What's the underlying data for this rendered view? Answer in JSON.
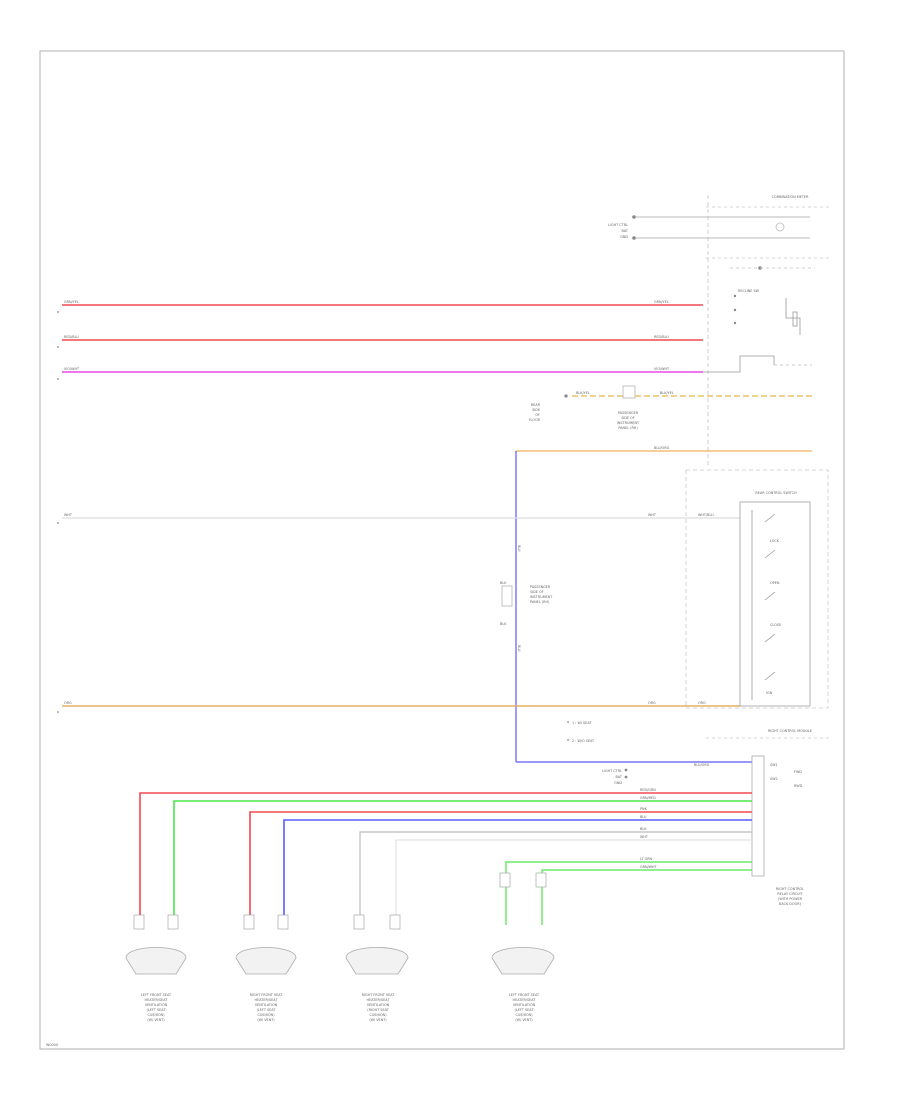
{
  "diagram": {
    "sheet_label": "W0000",
    "components": {
      "combination_meter": {
        "title": "COMBINATION METER"
      },
      "recline_switch": {
        "title": "RECLINE SW"
      },
      "rear_control_switch": {
        "title": "REAR CONTROL SWITCH"
      },
      "right_control_module": {
        "title": "RIGHT CONTROL MODULE",
        "lines": [
          "RIGHT CONTROL",
          "RELAY CIRCUIT",
          "(WITH POWER",
          "BACK DOOR)"
        ]
      },
      "jumper_note": {
        "lines": [
          "1 : W/ SEAT",
          "2 : W/O SEAT"
        ]
      },
      "passenger_note_upper": {
        "lines": [
          "PASSENGER",
          "SIDE OF",
          "INSTRUMENT",
          "PANEL (RH)"
        ]
      },
      "passenger_note_lower": {
        "lines": [
          "PASSENGER",
          "SIDE OF",
          "INSTRUMENT",
          "PANEL (RH)"
        ]
      },
      "ground_note": {
        "lines": [
          "REAR",
          "SIDE",
          "OF",
          "FLOOR"
        ]
      }
    },
    "motors": [
      {
        "lines": [
          "LEFT FRONT SEAT",
          "HEATER/SEAT",
          "VENTILATION",
          "(LEFT SEAT",
          "CUSHION)",
          "(W/ VENT)"
        ]
      },
      {
        "lines": [
          "RIGHT FRONT SEAT",
          "HEATER/SEAT",
          "VENTILATION",
          "(LEFT SEAT",
          "CUSHION)",
          "(W/ VENT)"
        ]
      },
      {
        "lines": [
          "RIGHT FRONT SEAT",
          "HEATER/SEAT",
          "VENTILATION",
          "(RIGHT SEAT",
          "CUSHION)",
          "(W/ VENT)"
        ]
      },
      {
        "lines": [
          "LEFT FRONT SEAT",
          "HEATER/SEAT",
          "VENTILATION",
          "(LEFT SEAT",
          "CUSHION)",
          "(W/ VENT)"
        ]
      }
    ],
    "wire_labels": {
      "grn_yel": "GRN/YEL",
      "red_blu": "RED/BLU",
      "vio_wht": "VIO/WHT",
      "blu_org": "BLU/ORG",
      "wht": "WHT",
      "wht_blu": "WHT/BLU",
      "org": "ORG",
      "blk_yel": "BLK/YEL",
      "brn_yel": "BRN/YEL",
      "blu": "BLU",
      "pnk": "PNK",
      "red_grn": "RED/GRN",
      "grn_red": "GRN/RED",
      "blk": "BLK",
      "lt_grn": "LT GRN",
      "grn_wht": "GRN/WHT",
      "light_ctrl": "LIGHT CTRL",
      "bat": "BAT",
      "gnd": "GND",
      "ign": "IGN",
      "sw1": "SW1",
      "sw2": "SW2",
      "fwd": "FWD",
      "rwd": "RWD",
      "lock": "LOCK",
      "open": "OPEN",
      "close": "CLOSE"
    }
  }
}
